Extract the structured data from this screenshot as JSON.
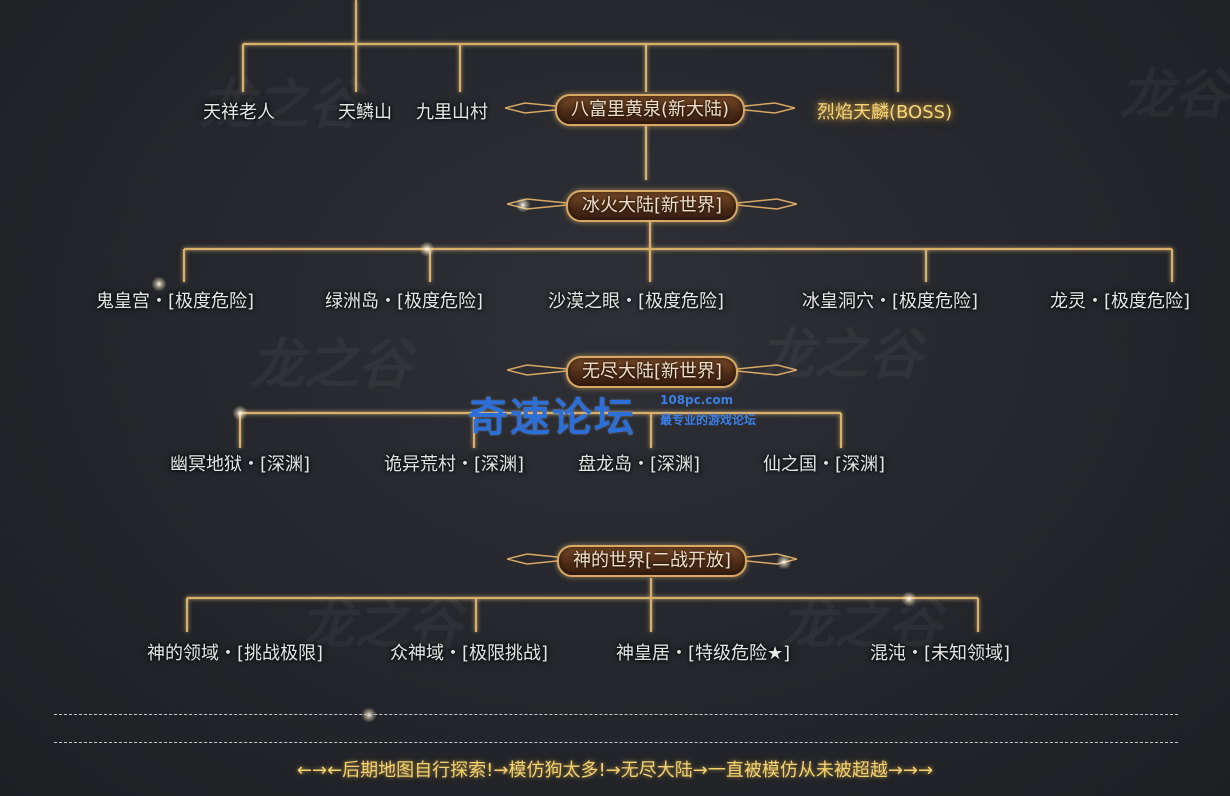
{
  "row1": {
    "nodes": [
      "天祥老人",
      "天鳞山",
      "九里山村",
      "烈焰天麟(BOSS)"
    ],
    "banner": "八富里黄泉(新大陆)"
  },
  "banners": {
    "ice_fire": "冰火大陆[新世界]",
    "endless": "无尽大陆[新世界]",
    "god_world": "神的世界[二战开放]"
  },
  "row2": [
    "鬼皇宫・[极度危险]",
    "绿洲岛・[极度危险]",
    "沙漠之眼・[极度危险]",
    "冰皇洞穴・[极度危险]",
    "龙灵・[极度危险]"
  ],
  "row3": [
    "幽冥地狱・[深渊]",
    "诡异荒村・[深渊]",
    "盘龙岛・[深渊]",
    "仙之国・[深渊]"
  ],
  "row4": [
    "神的领域・[挑战极限]",
    "众神域・[极限挑战]",
    "神皇居・[特级危险★]",
    "混沌・[未知领域]"
  ],
  "watermark_logo": {
    "title": "奇速论坛",
    "url": "108pc.com",
    "slogan": "最专业的游戏论坛"
  },
  "footer": "←→←后期地图自行探索!→模仿狗太多!→无尽大陆→一直被模仿从未被超越→→→",
  "colors": {
    "line": "#d9b06a",
    "text": "#e6e6e6",
    "boss": "#f6d77a",
    "footer": "#f3d271",
    "logo": "#2d6fd8"
  }
}
